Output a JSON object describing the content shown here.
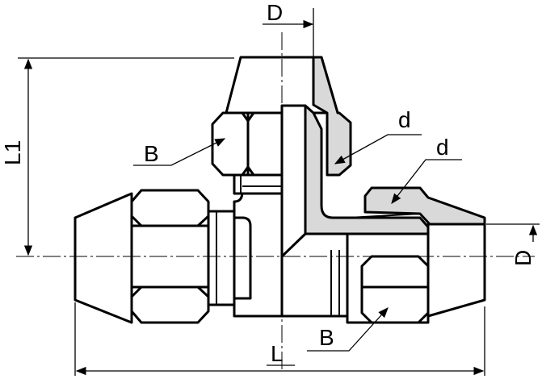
{
  "labels": {
    "d_top": "D",
    "L1": "L1",
    "B_left": "B",
    "d_upper": "d",
    "d_lower": "d",
    "D_right": "D",
    "B_bottom": "B",
    "L": "L"
  }
}
